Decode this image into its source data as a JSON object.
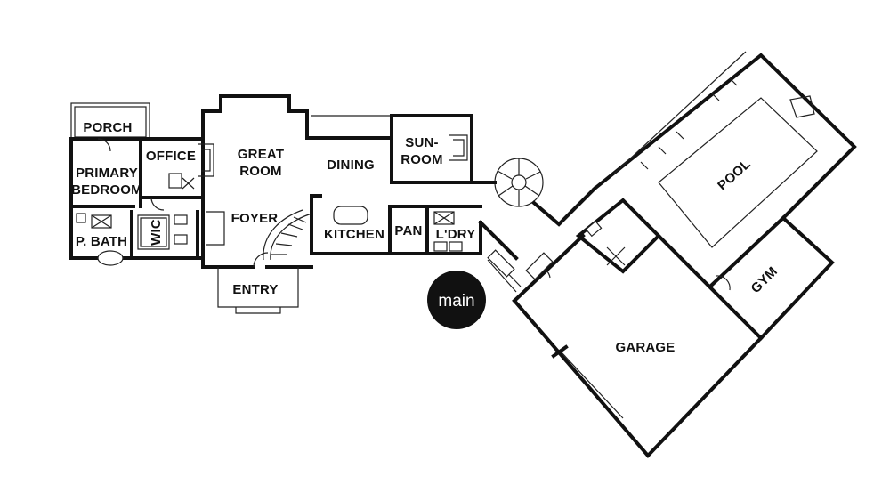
{
  "rooms": {
    "porch": "PORCH",
    "primary_bedroom_l1": "PRIMARY",
    "primary_bedroom_l2": "BEDROOM",
    "office": "OFFICE",
    "great_room_l1": "GREAT",
    "great_room_l2": "ROOM",
    "dining": "DINING",
    "sunroom_l1": "SUN-",
    "sunroom_l2": "ROOM",
    "foyer": "FOYER",
    "wic": "WIC",
    "p_bath": "P. BATH",
    "kitchen": "KITCHEN",
    "pantry": "PAN",
    "laundry": "L'DRY",
    "entry": "ENTRY",
    "pool": "POOL",
    "gym": "GYM",
    "garage": "GARAGE"
  },
  "level_tag": "main",
  "colors": {
    "ink": "#111111",
    "paper": "#ffffff"
  }
}
